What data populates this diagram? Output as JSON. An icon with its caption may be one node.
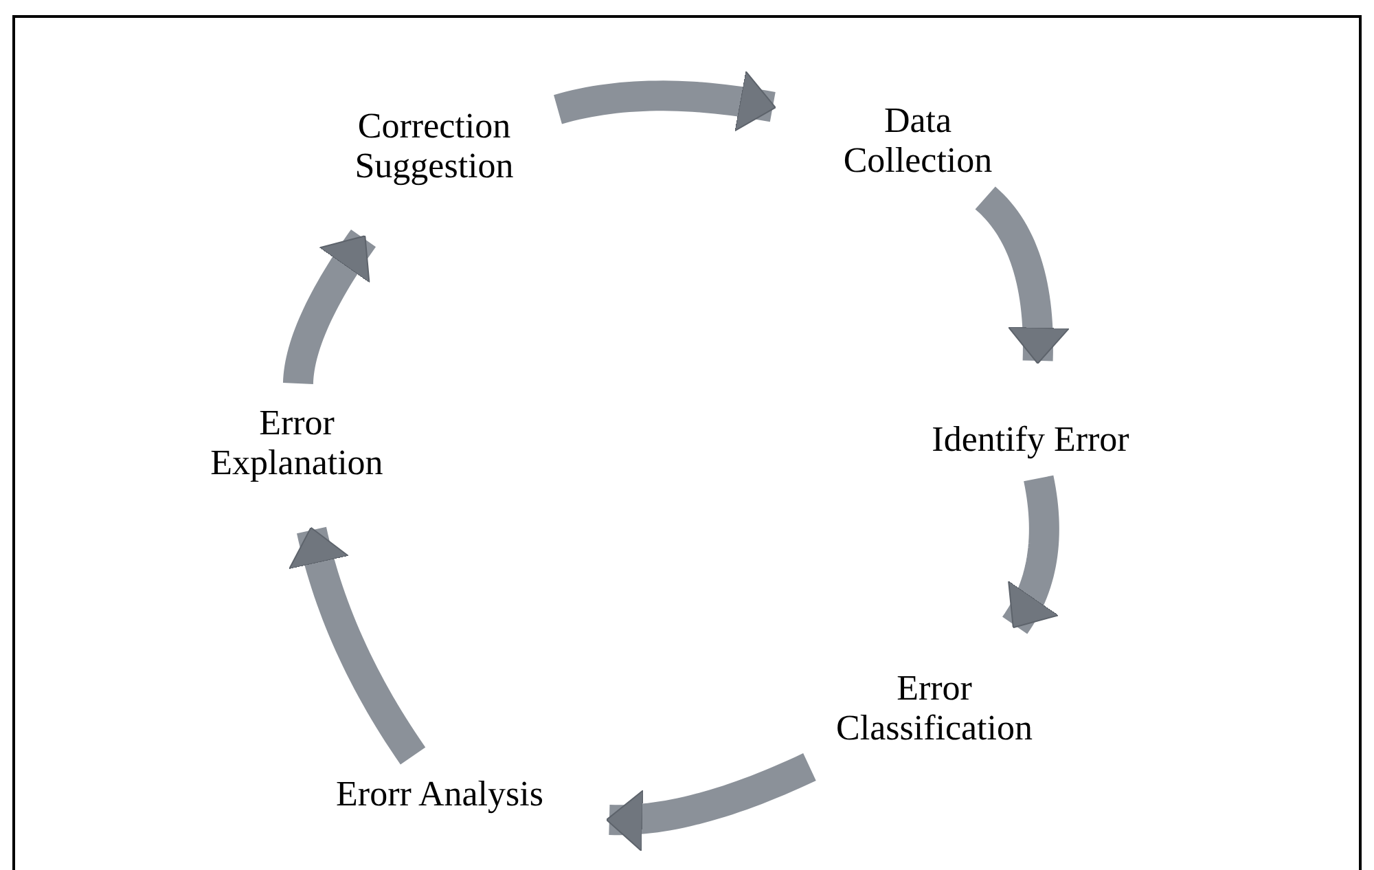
{
  "diagram": {
    "nodes": [
      {
        "text": [
          "Data Collection"
        ]
      },
      {
        "text": [
          "Identify Error"
        ]
      },
      {
        "text": [
          "Error Classification"
        ]
      },
      {
        "text": [
          "Erorr Analysis"
        ]
      },
      {
        "text": [
          "Error Explanation"
        ]
      },
      {
        "text": [
          "Correction Suggestion"
        ]
      }
    ],
    "edges": [
      {
        "from": 0,
        "to": 1,
        "arrow": "to"
      },
      {
        "from": 1,
        "to": 2,
        "arrow": "to"
      },
      {
        "from": 2,
        "to": 3,
        "arrow": "to"
      },
      {
        "from": 3,
        "to": 4,
        "arrow": "to"
      },
      {
        "from": 4,
        "to": 5,
        "arrow": "to"
      },
      {
        "from": 5,
        "to": 0,
        "arrow": "to"
      }
    ]
  }
}
